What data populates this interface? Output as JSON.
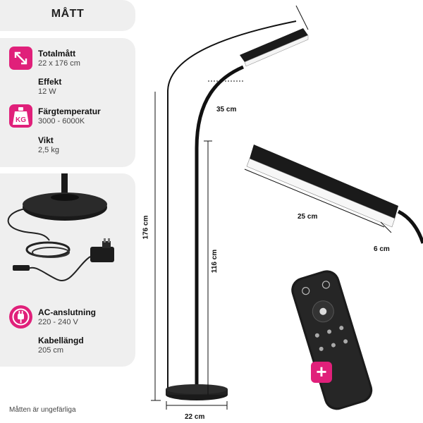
{
  "header": {
    "title": "MÅTT"
  },
  "specs": [
    {
      "label": "Totalmått",
      "value": "22 x 176 cm",
      "icon": "resize-arrows-icon"
    },
    {
      "label": "Effekt",
      "value": "12 W"
    },
    {
      "label": "Färgtemperatur",
      "value": "3000 - 6000K",
      "icon": "weight-kg-icon"
    },
    {
      "label": "Vikt",
      "value": "2,5 kg"
    }
  ],
  "power": {
    "connection_label": "AC-anslutning",
    "connection_value": "220 - 240 V",
    "cable_label": "Kabellängd",
    "cable_value": "205 cm",
    "icon_text": "",
    "icon": "plug-icon"
  },
  "footnote": "Måtten är ungefärliga",
  "dimensions": {
    "height_total": "176 cm",
    "height_pole": "116 cm",
    "arm": "35 cm",
    "base_width": "22 cm",
    "head_length": "25 cm",
    "head_width": "6 cm"
  },
  "icons": {
    "kg_text": "KG",
    "plus": "+"
  },
  "colors": {
    "accent": "#e0207a",
    "panel": "#efefef"
  }
}
